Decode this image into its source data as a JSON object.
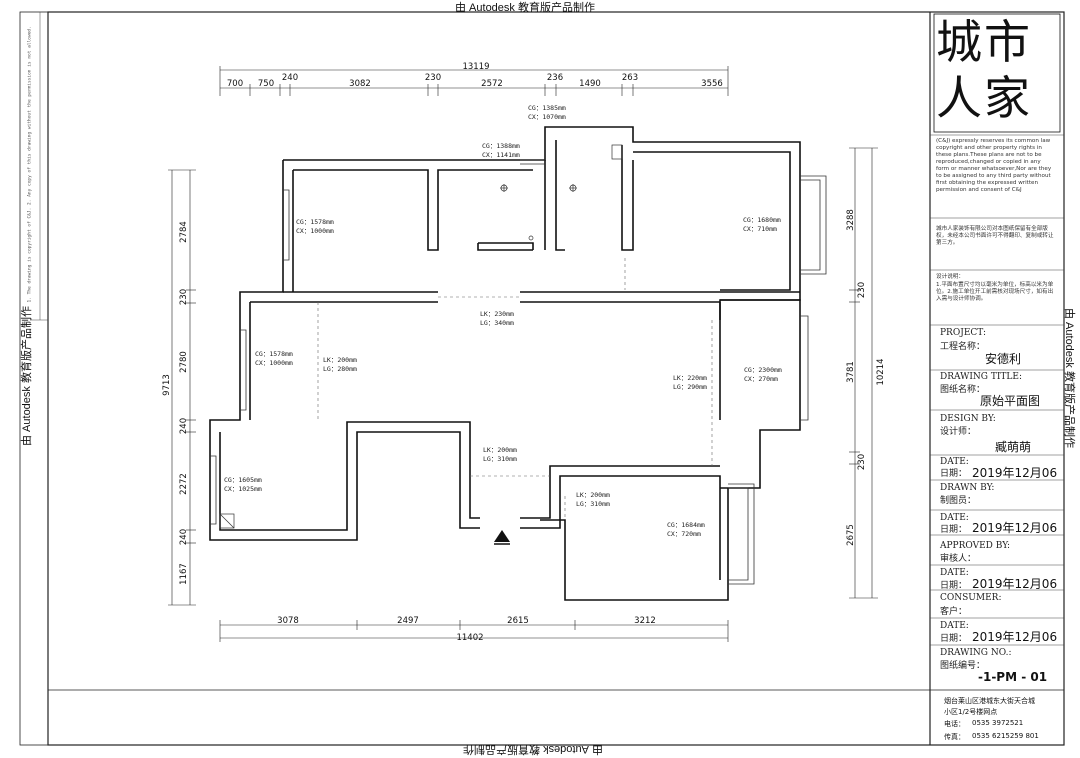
{
  "stamps": {
    "text": "由 Autodesk 教育版产品制作"
  },
  "title_block": {
    "logo_line1": "城市",
    "logo_line2": "人家",
    "copyright_en": "(C&J) expressly reserves its common law copyright and other property rights in these plans.These plans are not to be reproduced,changed or copied in any form or manner whatsoever,Nor are they to be assigned to any third party without first obtaining the expressed written permission and consent of C&J",
    "copyright_cn": "城市人家装饰有限公司对本图纸保留有全部版权，未经本公司书面许可不得翻印、复制或转让第三方。",
    "notes_title": "设计说明：",
    "notes_text": "1.平面布置尺寸均以毫米为单位，标高以米为单位。2.施工单位开工前需核对现场尺寸，如有出入需与设计师协调。",
    "project_en": "PROJECT:",
    "project_cn": "工程名称：",
    "project_value": "安德利",
    "drawing_title_en": "DRAWING TITLE:",
    "drawing_title_cn": "图纸名称：",
    "drawing_title_value": "原始平面图",
    "design_by_en": "DESIGN BY:",
    "design_by_cn": "设计师：",
    "design_by_value": "臧萌萌",
    "date1_en": "DATE:",
    "date1_cn": "日期：",
    "date1_value": "2019年12月06",
    "drawn_by_en": "DRAWN BY:",
    "drawn_by_cn": "制图员：",
    "date2_en": "DATE:",
    "date2_cn": "日期：",
    "date2_value": "2019年12月06",
    "approved_by_en": "APPROVED BY:",
    "approved_by_cn": "审核人：",
    "date3_en": "DATE:",
    "date3_cn": "日期：",
    "date3_value": "2019年12月06",
    "consumer_en": "CONSUMER:",
    "consumer_cn": "客户：",
    "date4_en": "DATE:",
    "date4_cn": "日期：",
    "date4_value": "2019年12月06",
    "drawing_no_en": "DRAWING NO.:",
    "drawing_no_cn": "图纸编号：",
    "drawing_no_value": "-1-PM - 01",
    "address": "烟台莱山区港城东大街天合城",
    "address2": "小区1/2号楼网点",
    "phone_label": "电话：",
    "phone_value": "0535  3972521",
    "fax_label": "传真：",
    "fax_value": "0535  6215259  801"
  },
  "dimensions": {
    "top_total": "13119",
    "top_segments": [
      "700",
      "750",
      "240",
      "3082",
      "230",
      "2572",
      "236",
      "1490",
      "263",
      "3556"
    ],
    "bottom_total": "11402",
    "bottom_segments": [
      "3078",
      "2497",
      "2615",
      "3212"
    ],
    "left_total": "9713",
    "left_segments": [
      "2784",
      "230",
      "2780",
      "240",
      "2272",
      "240",
      "1167"
    ],
    "right_total": "10214",
    "right_segments": [
      "3288",
      "230",
      "3781",
      "230",
      "2675"
    ]
  },
  "room_labels": [
    {
      "line1": "CG：1385mm",
      "line2": "CX：1070mm"
    },
    {
      "line1": "CG：1388mm",
      "line2": "CX：1141mm"
    },
    {
      "line1": "CG：1578mm",
      "line2": "CX：1000mm"
    },
    {
      "line1": "CG：1680mm",
      "line2": "CX：710mm"
    },
    {
      "line1": "LK：230mm",
      "line2": "LG：340mm"
    },
    {
      "line1": "CG：1578mm",
      "line2": "CX：1000mm"
    },
    {
      "line1": "LK：200mm",
      "line2": "LG：280mm"
    },
    {
      "line1": "LK：220mm",
      "line2": "LG：290mm"
    },
    {
      "line1": "CG：2300mm",
      "line2": "CX：270mm"
    },
    {
      "line1": "LK：200mm",
      "line2": "LG：310mm"
    },
    {
      "line1": "CG：1605mm",
      "line2": "CX：1025mm"
    },
    {
      "line1": "LK：200mm",
      "line2": "LG：310mm"
    },
    {
      "line1": "CG：1684mm",
      "line2": "CX：720mm"
    }
  ],
  "side_note": "1. The drawing is copyright of C&J. 2. Any copy of this drawing without the permission is not allowed."
}
